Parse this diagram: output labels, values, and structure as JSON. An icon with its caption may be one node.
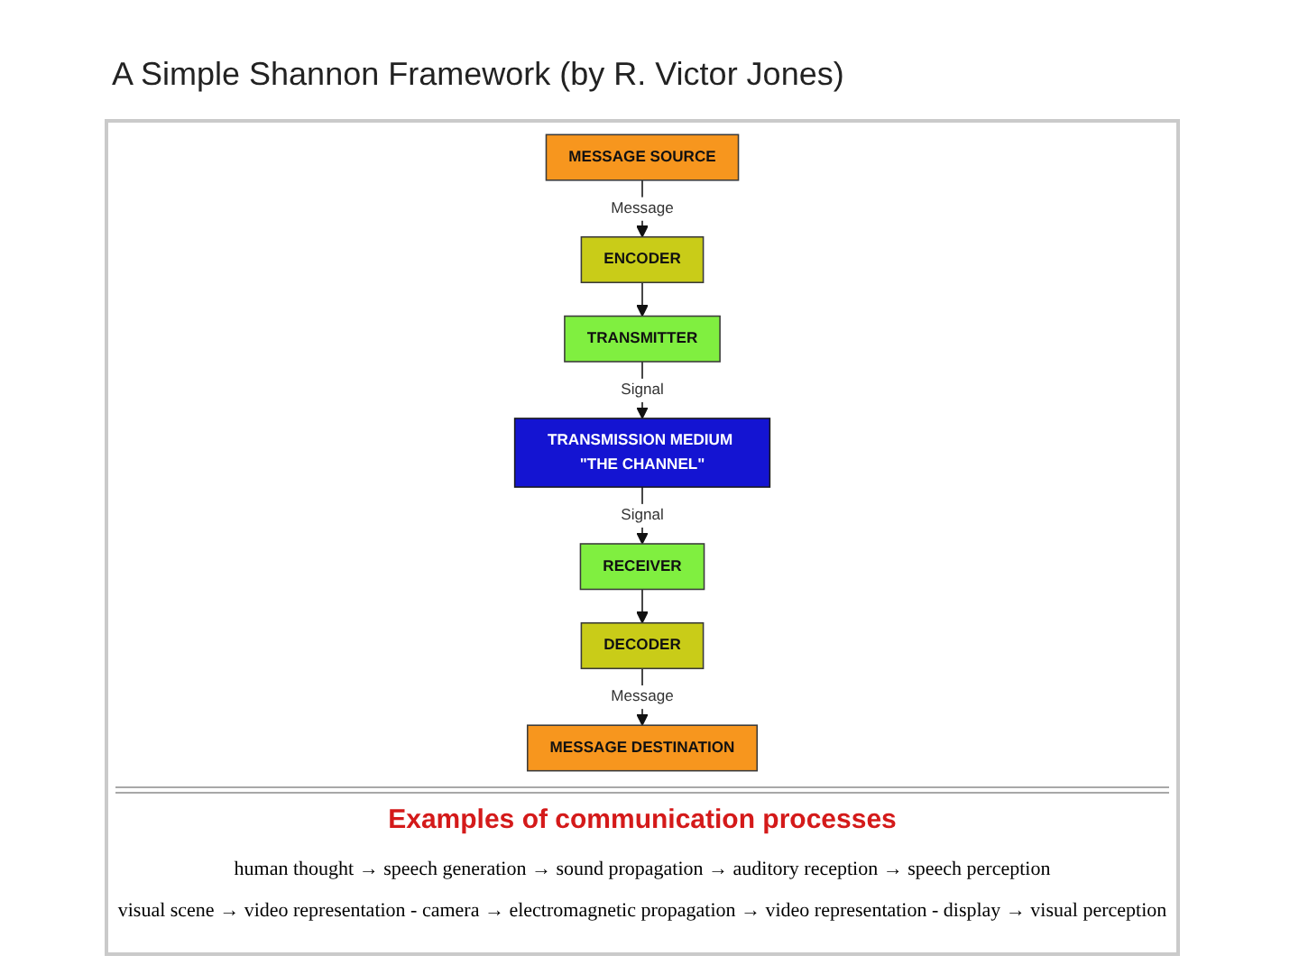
{
  "diagram": {
    "title": "A Simple Shannon Framework (by R. Victor Jones)",
    "nodes": [
      {
        "text": [
          "MESSAGE SOURCE"
        ]
      },
      {
        "text": [
          "MESSAGE DESTINATION"
        ]
      },
      {
        "text": [
          "ENCODER"
        ]
      },
      {
        "text": [
          "DECODER"
        ]
      },
      {
        "text": [
          "TRANSMITTER"
        ]
      },
      {
        "text": [
          "RECEIVER"
        ]
      },
      {
        "text": [
          "TRANSMISSION MEDIUM \"THE CHANNEL\""
        ]
      }
    ],
    "edges": [
      {
        "from": 0,
        "to": 2,
        "arrow": "to",
        "label": "Message"
      },
      {
        "from": 2,
        "to": 4,
        "arrow": "to"
      },
      {
        "from": 4,
        "to": 6,
        "arrow": "to",
        "label": "Signal"
      },
      {
        "from": 6,
        "to": 5,
        "arrow": "to",
        "label": "Signal"
      },
      {
        "from": 5,
        "to": 3,
        "arrow": "to"
      },
      {
        "from": 3,
        "to": 1,
        "arrow": "to",
        "label": "Message"
      }
    ],
    "labels": [
      "Examples of communication processes",
      "human thought → speech generation → sound propagation → auditory reception → speech perception",
      "visual scene → video representation - camera → electromagnetic propagation → video representation - display → visual perception"
    ]
  }
}
